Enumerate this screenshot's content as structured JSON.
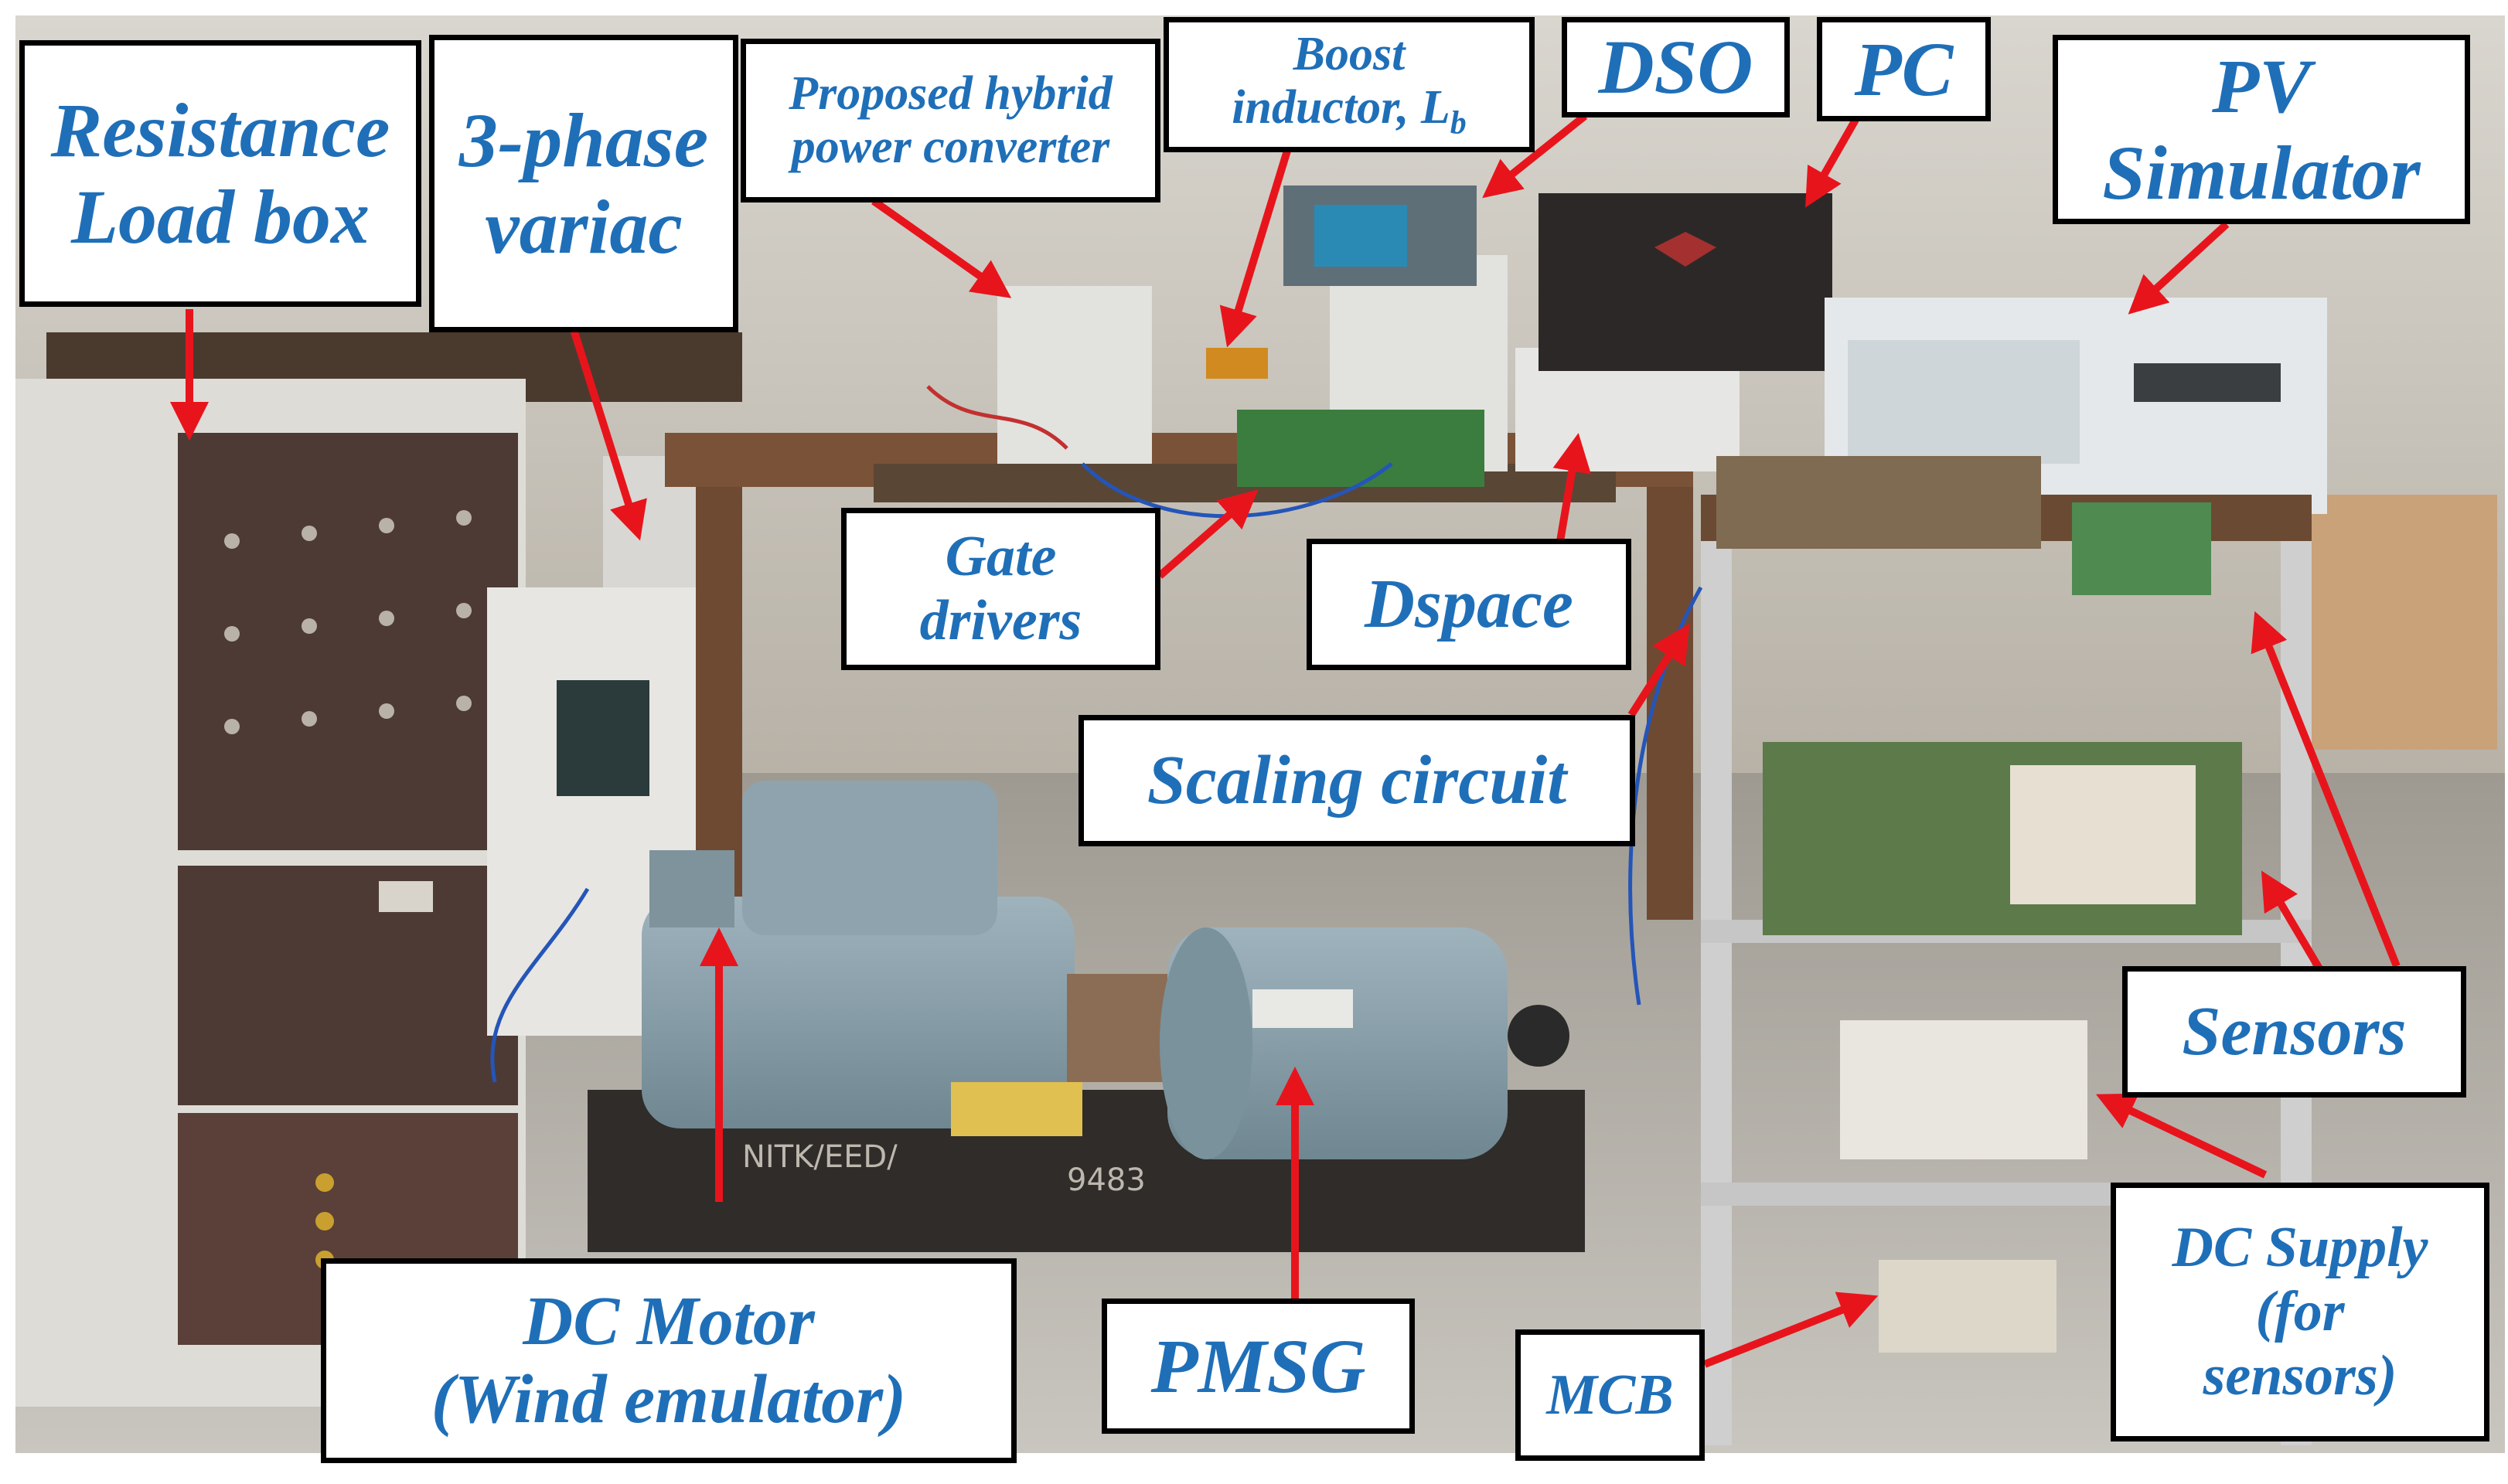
{
  "figure": {
    "description_colors": {
      "label_text": "#1f6fb8",
      "arrow": "#e8141c",
      "box_border": "#000000"
    },
    "labels": {
      "resistance": {
        "line1": "Resistance",
        "line2": "Load box"
      },
      "variac": {
        "line1": "3-phase",
        "line2": "variac"
      },
      "hybrid": {
        "line1": "Proposed hybrid",
        "line2": "power converter"
      },
      "boost": {
        "line1": "Boost",
        "line2": "inductor, L",
        "sub": "b"
      },
      "dso": {
        "text": "DSO"
      },
      "pc": {
        "text": "PC"
      },
      "pv": {
        "line1": "PV",
        "line2": "Simulator"
      },
      "gate": {
        "line1": "Gate",
        "line2": "drivers"
      },
      "dspace": {
        "text": "Dspace"
      },
      "scaling": {
        "text": "Scaling circuit"
      },
      "sensors": {
        "text": "Sensors"
      },
      "dc_supply": {
        "line1": "DC Supply",
        "line2": "(for",
        "line3": "sensors)"
      },
      "dc_motor": {
        "line1": "DC Motor",
        "line2": "(Wind emulator)"
      },
      "pmsg": {
        "text": "PMSG"
      },
      "mcb": {
        "text": "MCB"
      }
    },
    "machine_text": {
      "base_stencil": "NITK/EED/",
      "base_number": "9483"
    }
  }
}
